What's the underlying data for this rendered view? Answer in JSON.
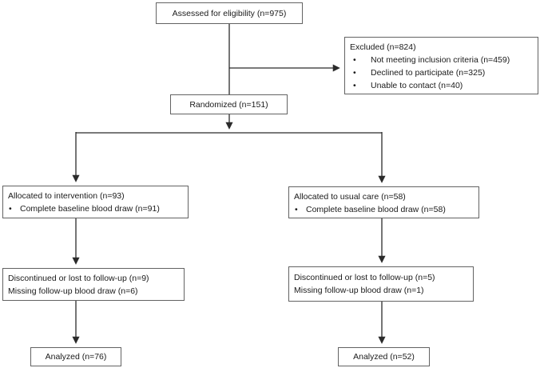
{
  "diagram": {
    "type": "consort-flow",
    "bullet_char": "•",
    "colors": {
      "background": "#ffffff",
      "box_border": "#636363",
      "arrow": "#2b2b2b",
      "text": "#1a1a1a"
    },
    "boxes": {
      "assessed": {
        "label": "Assessed for eligibility (n=975)"
      },
      "excluded": {
        "title": "Excluded (n=824)",
        "bullets": [
          "Not meeting inclusion criteria (n=459)",
          "Declined to participate (n=325)",
          "Unable to contact (n=40)"
        ]
      },
      "randomized": {
        "label": "Randomized (n=151)"
      },
      "allocated_intervention": {
        "title": "Allocated to intervention (n=93)",
        "bullets": [
          "Complete baseline blood draw (n=91)"
        ]
      },
      "allocated_usual_care": {
        "title": "Allocated to usual care (n=58)",
        "bullets": [
          "Complete baseline blood draw (n=58)"
        ]
      },
      "discontinued_intervention": {
        "lines": [
          "Discontinued or lost to follow-up (n=9)",
          "Missing follow-up blood draw (n=6)"
        ]
      },
      "discontinued_usual_care": {
        "lines": [
          "Discontinued or lost to follow-up (n=5)",
          "Missing follow-up blood draw (n=1)"
        ]
      },
      "analyzed_intervention": {
        "label": "Analyzed (n=76)"
      },
      "analyzed_usual_care": {
        "label": "Analyzed (n=52)"
      }
    }
  }
}
